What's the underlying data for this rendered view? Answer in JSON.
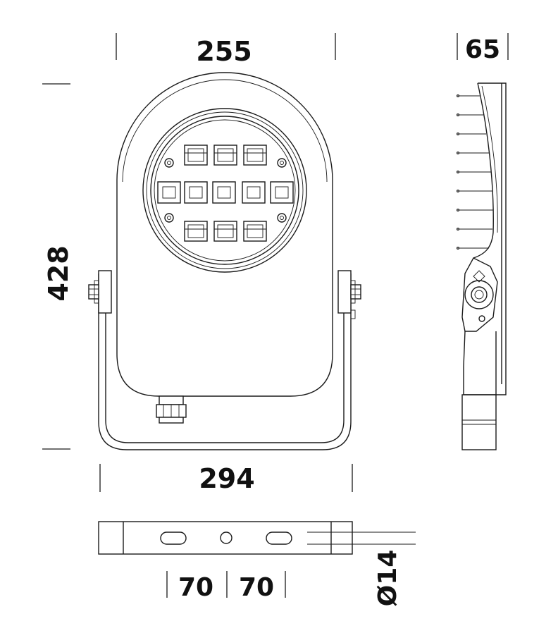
{
  "dimensions": {
    "top_width": "255",
    "side_depth": "65",
    "height": "428",
    "bracket_width": "294",
    "hole_spacing_left": "70",
    "hole_spacing_right": "70",
    "cable_diameter": "Ø14"
  }
}
